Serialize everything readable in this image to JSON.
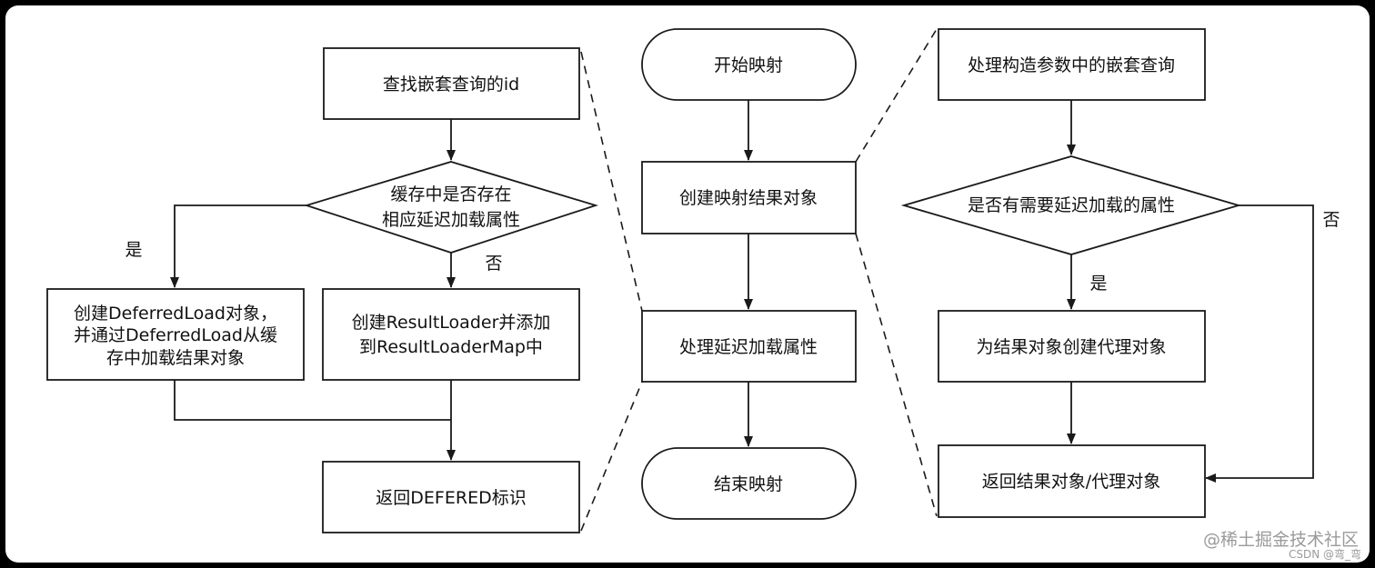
{
  "diagram": {
    "left": {
      "find_id": "查找嵌套查询的id",
      "cache_check_line1": "缓存中是否存在",
      "cache_check_line2": "相应延迟加载属性",
      "yes": "是",
      "no": "否",
      "deferred_line1": "创建DeferredLoad对象，",
      "deferred_line2": "并通过DeferredLoad从缓",
      "deferred_line3": "存中加载结果对象",
      "resultloader_line1": "创建ResultLoader并添加",
      "resultloader_line2": "到ResultLoaderMap中",
      "return_deferred": "返回DEFERED标识"
    },
    "middle": {
      "start": "开始映射",
      "create_result": "创建映射结果对象",
      "process_lazy": "处理延迟加载属性",
      "end": "结束映射"
    },
    "right": {
      "process_ctor": "处理构造参数中的嵌套查询",
      "need_lazy": "是否有需要延迟加载的属性",
      "yes": "是",
      "no": "否",
      "create_proxy": "为结果对象创建代理对象",
      "return_result": "返回结果对象/代理对象"
    }
  },
  "watermark": {
    "site": "@稀土掘金技术社区",
    "csdn": "CSDN @弯_弯"
  },
  "colors": {
    "background": "#000000",
    "canvas": "#ffffff",
    "stroke": "#1a1a1a",
    "watermark": "#9a9a9a"
  }
}
